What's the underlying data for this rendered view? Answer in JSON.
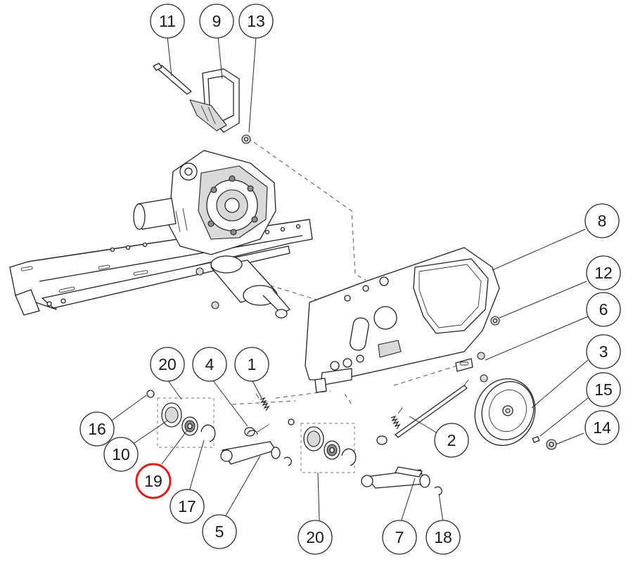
{
  "callouts": [
    {
      "label": "11",
      "highlight": false
    },
    {
      "label": "9",
      "highlight": false
    },
    {
      "label": "13",
      "highlight": false
    },
    {
      "label": "8",
      "highlight": false
    },
    {
      "label": "12",
      "highlight": false
    },
    {
      "label": "6",
      "highlight": false
    },
    {
      "label": "3",
      "highlight": false
    },
    {
      "label": "15",
      "highlight": false
    },
    {
      "label": "14",
      "highlight": false
    },
    {
      "label": "20",
      "highlight": false
    },
    {
      "label": "4",
      "highlight": false
    },
    {
      "label": "1",
      "highlight": false
    },
    {
      "label": "16",
      "highlight": false
    },
    {
      "label": "10",
      "highlight": false
    },
    {
      "label": "19",
      "highlight": true
    },
    {
      "label": "17",
      "highlight": false
    },
    {
      "label": "5",
      "highlight": false
    },
    {
      "label": "2",
      "highlight": false
    },
    {
      "label": "20",
      "highlight": false
    },
    {
      "label": "7",
      "highlight": false
    },
    {
      "label": "18",
      "highlight": false
    }
  ],
  "colors": {
    "highlight": "#d42020",
    "line": "#2a2a2a",
    "background": "#ffffff"
  }
}
